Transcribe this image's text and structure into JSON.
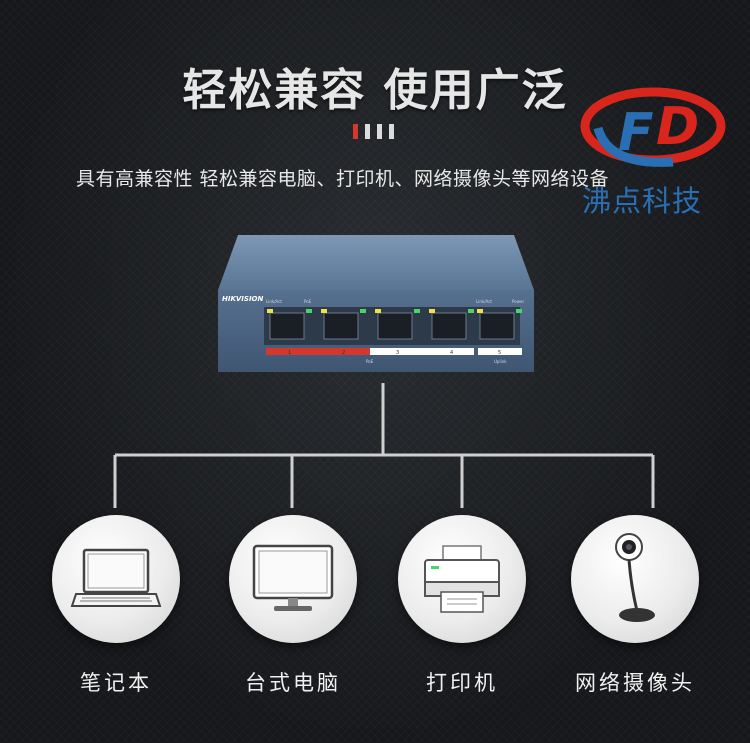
{
  "header": {
    "title": "轻松兼容 使用广泛",
    "subtitle": "具有高兼容性 轻松兼容电脑、打印机、网络摄像头等网络设备"
  },
  "logo": {
    "letters": "FD",
    "name": "沸点科技",
    "colors": {
      "red": "#d9261c",
      "blue": "#2a6fb3"
    }
  },
  "switch": {
    "brand": "HIKVISION",
    "port_labels": [
      "1",
      "2",
      "3",
      "4",
      "5"
    ],
    "group_labels": [
      "PoE",
      "Uplink"
    ],
    "led_labels": [
      "Link/Act",
      "PoE",
      "Link/Act",
      "Power"
    ]
  },
  "devices": [
    {
      "label": "笔记本",
      "icon": "laptop-icon"
    },
    {
      "label": "台式电脑",
      "icon": "monitor-icon"
    },
    {
      "label": "打印机",
      "icon": "printer-icon"
    },
    {
      "label": "网络摄像头",
      "icon": "webcam-icon"
    }
  ],
  "colors": {
    "background": "#16181b",
    "accent_red": "#d4372c",
    "switch_blue": "#5c7a9c"
  }
}
